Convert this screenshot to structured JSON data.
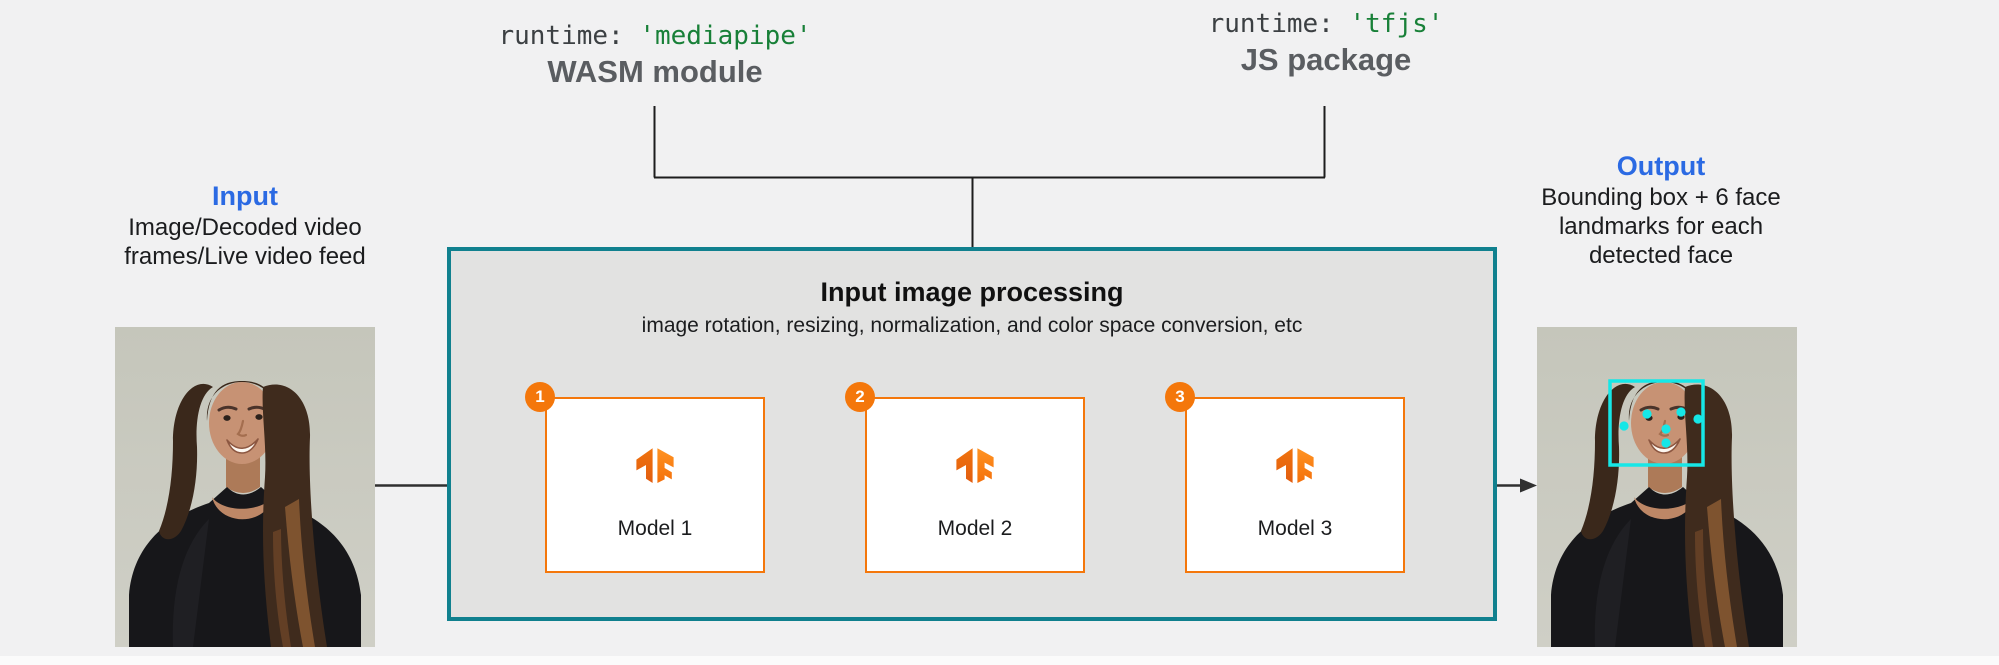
{
  "runtime_labels": [
    {
      "code_key": "runtime:",
      "code_value": "'mediapipe'",
      "subtitle": "WASM module"
    },
    {
      "code_key": "runtime:",
      "code_value": "'tfjs'",
      "subtitle": "JS package"
    }
  ],
  "input_label": {
    "title": "Input",
    "lines": [
      "Image/Decoded video",
      "frames/Live video feed"
    ]
  },
  "output_label": {
    "title": "Output",
    "lines": [
      "Bounding box + 6 face",
      "landmarks for each",
      "detected face"
    ]
  },
  "processing_box": {
    "title": "Input image processing",
    "subtitle": "image rotation, resizing, normalization, and color space conversion, etc"
  },
  "models": [
    {
      "badge": "1",
      "label": "Model 1"
    },
    {
      "badge": "2",
      "label": "Model 2"
    },
    {
      "badge": "3",
      "label": "Model 3"
    }
  ],
  "colors": {
    "background": "#f1f1f2",
    "accent_blue": "#2b6ae3",
    "code_green": "#188038",
    "code_gray": "#3c4043",
    "subtitle_gray": "#5a5d61",
    "teal_border": "#10808e",
    "processing_fill": "#e2e2e1",
    "orange": "#f4770b",
    "arrow_gray": "#303030",
    "cyan_annotation": "#16e7e7"
  }
}
